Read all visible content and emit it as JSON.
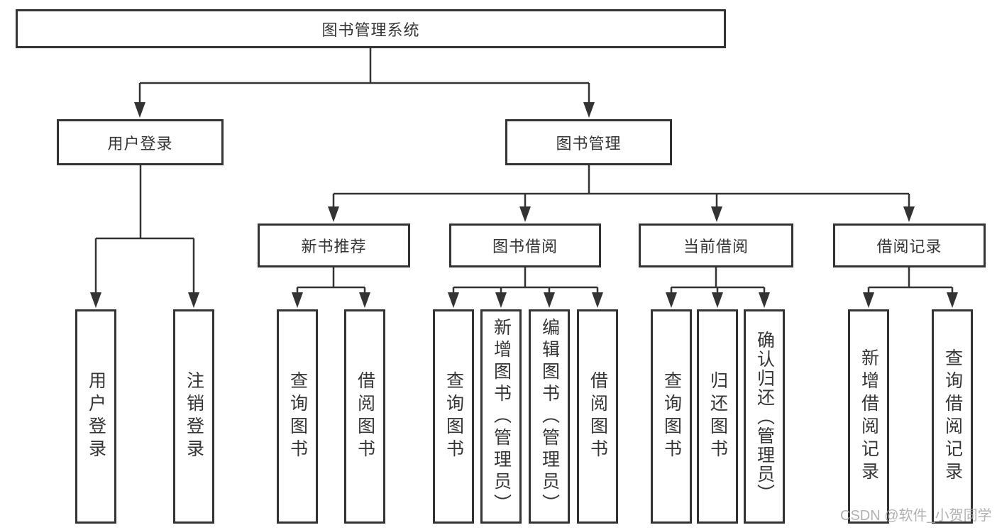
{
  "colors": {
    "line": "#333333",
    "box_border": "#333333",
    "text": "#353535",
    "background": "#ffffff",
    "watermark": "#a6a6a6"
  },
  "root": {
    "label": "图书管理系统"
  },
  "level2": {
    "user_login": "用户登录",
    "book_mgmt": "图书管理"
  },
  "level3": {
    "new_books": "新书推荐",
    "borrow": "图书借阅",
    "current": "当前借阅",
    "records": "借阅记录"
  },
  "leaves": {
    "user_login": [
      "用户登录",
      "注销登录"
    ],
    "new_books": [
      "查询图书",
      "借阅图书"
    ],
    "borrow": [
      "查询图书",
      "新增图书（管理员）",
      "编辑图书（管理员）",
      "借阅图书"
    ],
    "current": [
      "查询图书",
      "归还图书",
      "确认归还（管理员）"
    ],
    "records": [
      "新增借阅记录",
      "查询借阅记录"
    ]
  },
  "watermark": "CSDN @软件_小贺同学"
}
